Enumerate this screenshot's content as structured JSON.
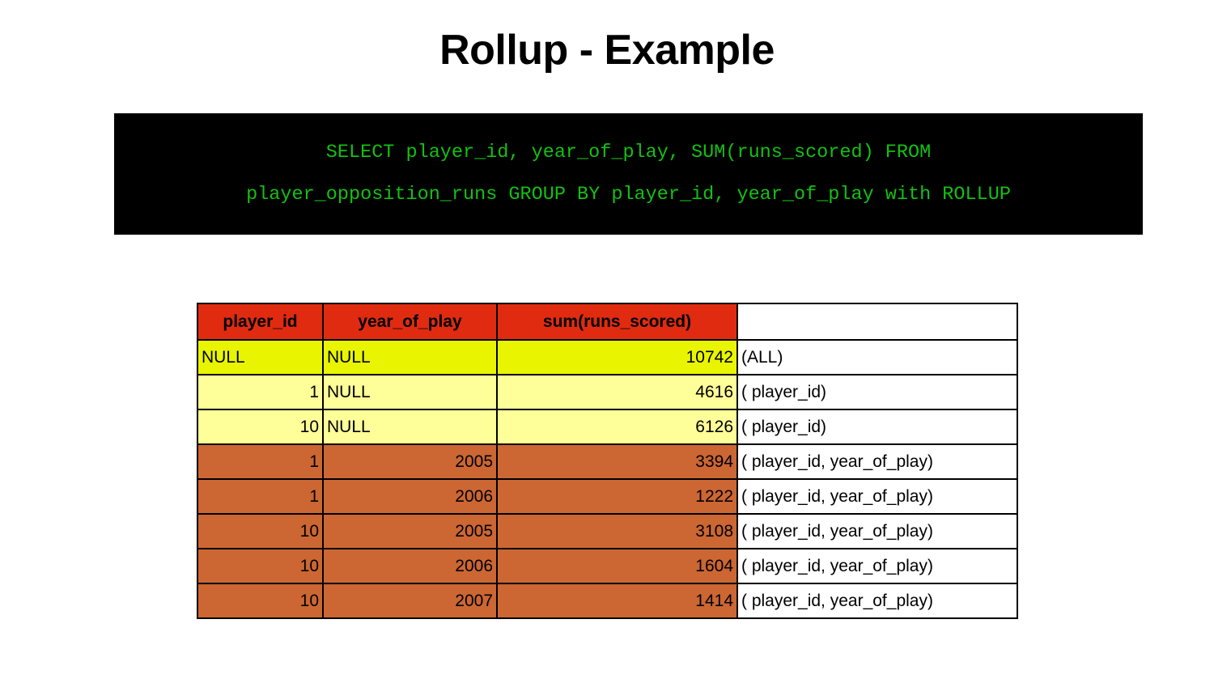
{
  "slide": {
    "title": "Rollup - Example"
  },
  "sql": {
    "lines": [
      "SELECT player_id, year_of_play, SUM(runs_scored) FROM",
      "player_opposition_runs GROUP BY player_id, year_of_play with ROLLUP"
    ],
    "text_color": "#13c113",
    "background_color": "#000000"
  },
  "table": {
    "header_color": "#e02b10",
    "row_colors": {
      "bright_yellow": "#e9f500",
      "pale_yellow": "#ffff99",
      "orange": "#cc6633",
      "white": "#ffffff"
    },
    "columns": [
      {
        "label": "player_id"
      },
      {
        "label": "year_of_play"
      },
      {
        "label": "sum(runs_scored)"
      },
      {
        "label": ""
      }
    ],
    "rows": [
      {
        "player_id": "NULL",
        "year_of_play": "NULL",
        "sum_runs_scored": "10742",
        "grouping": "(ALL)",
        "tint": "bright",
        "pid_align": "txt",
        "year_align": "txt"
      },
      {
        "player_id": "1",
        "year_of_play": "NULL",
        "sum_runs_scored": "4616",
        "grouping": "( player_id)",
        "tint": "pale",
        "pid_align": "num",
        "year_align": "txt"
      },
      {
        "player_id": "10",
        "year_of_play": "NULL",
        "sum_runs_scored": "6126",
        "grouping": "( player_id)",
        "tint": "pale",
        "pid_align": "num",
        "year_align": "txt"
      },
      {
        "player_id": "1",
        "year_of_play": "2005",
        "sum_runs_scored": "3394",
        "grouping": "( player_id, year_of_play)",
        "tint": "orange",
        "pid_align": "num",
        "year_align": "num"
      },
      {
        "player_id": "1",
        "year_of_play": "2006",
        "sum_runs_scored": "1222",
        "grouping": "( player_id, year_of_play)",
        "tint": "orange",
        "pid_align": "num",
        "year_align": "num"
      },
      {
        "player_id": "10",
        "year_of_play": "2005",
        "sum_runs_scored": "3108",
        "grouping": "( player_id, year_of_play)",
        "tint": "orange",
        "pid_align": "num",
        "year_align": "num"
      },
      {
        "player_id": "10",
        "year_of_play": "2006",
        "sum_runs_scored": "1604",
        "grouping": "( player_id, year_of_play)",
        "tint": "orange",
        "pid_align": "num",
        "year_align": "num"
      },
      {
        "player_id": "10",
        "year_of_play": "2007",
        "sum_runs_scored": "1414",
        "grouping": "( player_id, year_of_play)",
        "tint": "orange",
        "pid_align": "num",
        "year_align": "num"
      }
    ]
  }
}
